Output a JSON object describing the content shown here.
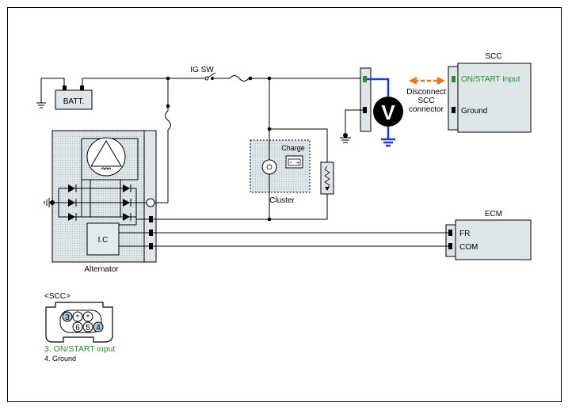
{
  "labels": {
    "batt": "BATT.",
    "ig_sw": "IG SW",
    "alternator": "Alternator",
    "ic": "I.C",
    "cluster": "Cluster",
    "charge": "Charge",
    "scc": "SCC",
    "scc_on_start": "ON/START Input",
    "scc_ground": "Ground",
    "ecm": "ECM",
    "ecm_fr": "FR",
    "ecm_com": "COM",
    "voltmeter": "V",
    "disconnect_line1": "Disconnect",
    "disconnect_line2": "SCC",
    "disconnect_line3": "connector"
  },
  "connector": {
    "title": "<SCC>",
    "pins_top": [
      "3",
      "*",
      "*"
    ],
    "pins_bottom": [
      "6",
      "5",
      "4"
    ],
    "legend_pin3": "3. ON/START input",
    "legend_pin4": "4. Ground"
  },
  "colors": {
    "wire": "#000000",
    "meter_lead": "#1a3cc8",
    "highlight_green": "#2a8a2a",
    "arrow_orange": "#e8731a",
    "box_fill": "#dfe6ea",
    "pin_fill": "#a9c6d1"
  }
}
